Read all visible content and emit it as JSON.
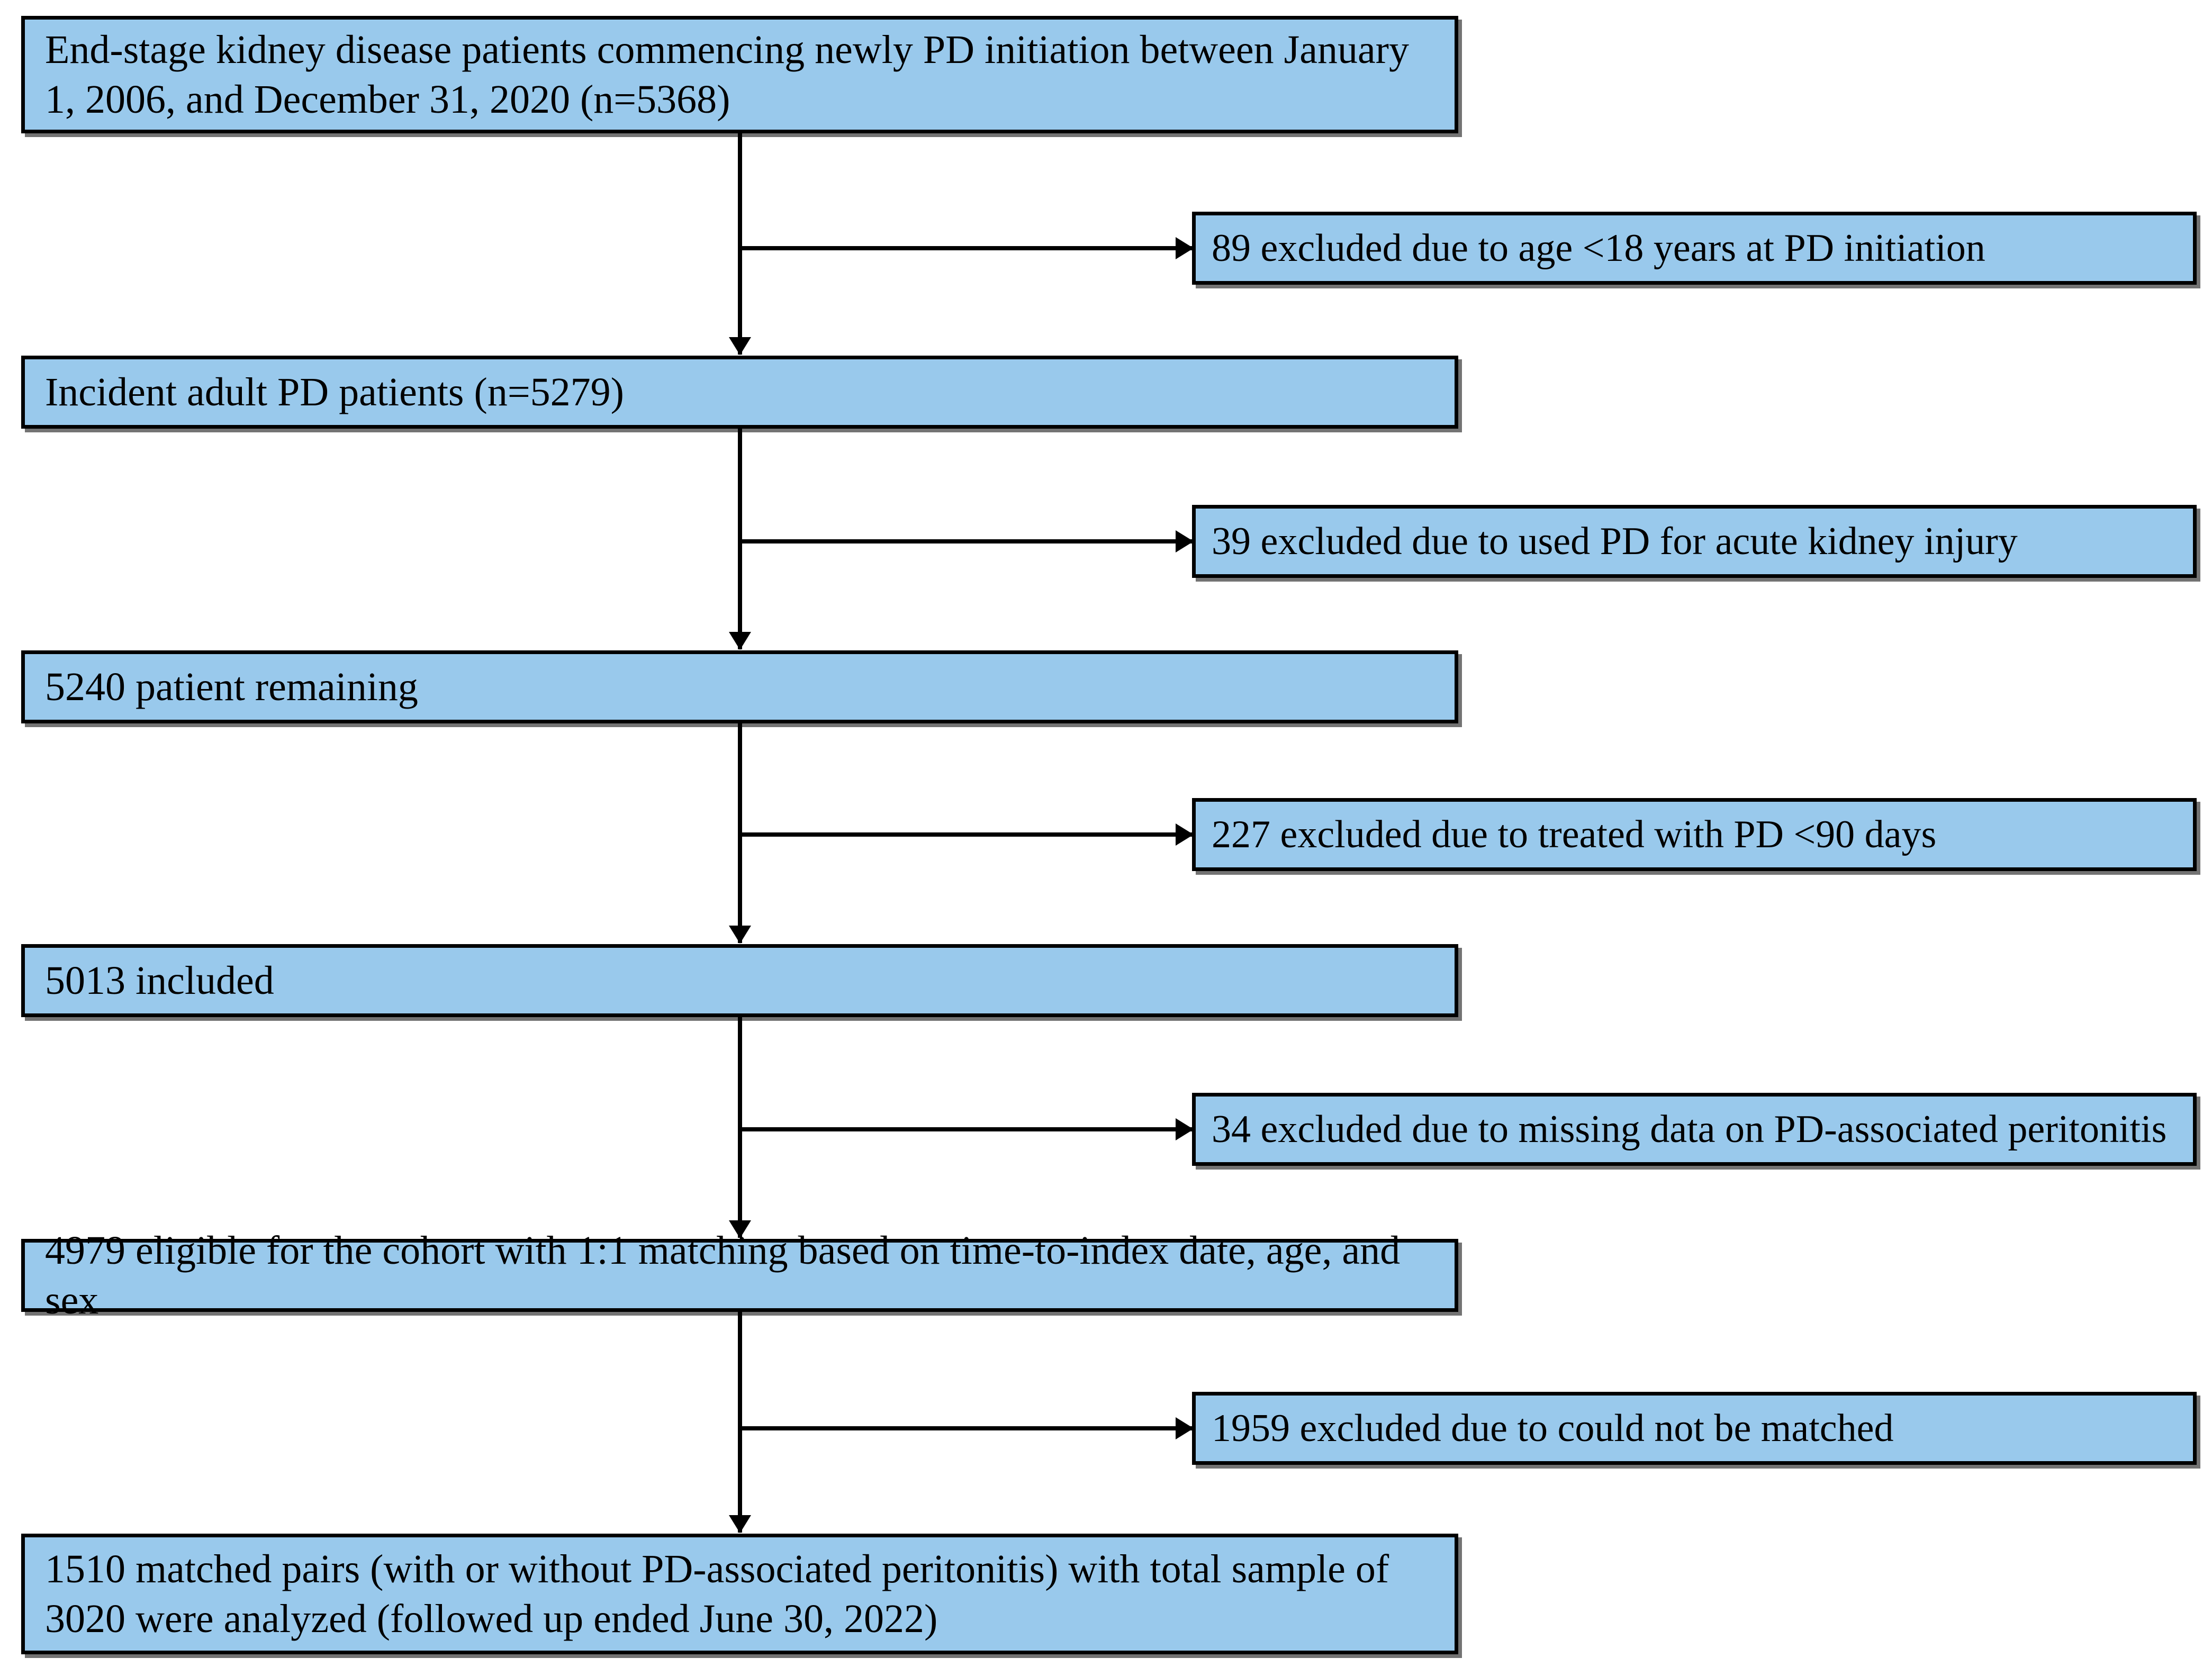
{
  "diagram": {
    "type": "patient-flow-diagram",
    "background_color": "#FFFFFF",
    "box_fill_color": "#99C9EC",
    "box_border_color": "#000000",
    "arrow_color": "#000000",
    "main_boxes": [
      {
        "label": "End-stage kidney disease patients commencing newly PD initiation between January 1, 2006, and December 31, 2020 (n=5368)"
      },
      {
        "label": "Incident adult PD patients (n=5279)"
      },
      {
        "label": "5240 patient remaining"
      },
      {
        "label": "5013 included"
      },
      {
        "label": "4979 eligible for the cohort with 1:1 matching based on time-to-index date, age, and sex"
      },
      {
        "label": "1510 matched pairs (with or without PD-associated peritonitis) with total sample of 3020 were analyzed (followed up ended June 30, 2022)"
      }
    ],
    "exclusion_boxes": [
      {
        "label": "89 excluded due to age <18 years at PD initiation"
      },
      {
        "label": "39 excluded due to used PD for acute kidney injury"
      },
      {
        "label": "227 excluded due to treated with PD <90 days"
      },
      {
        "label": "34 excluded due to missing data on PD-associated peritonitis"
      },
      {
        "label": "1959 excluded due to could not be matched"
      }
    ]
  }
}
